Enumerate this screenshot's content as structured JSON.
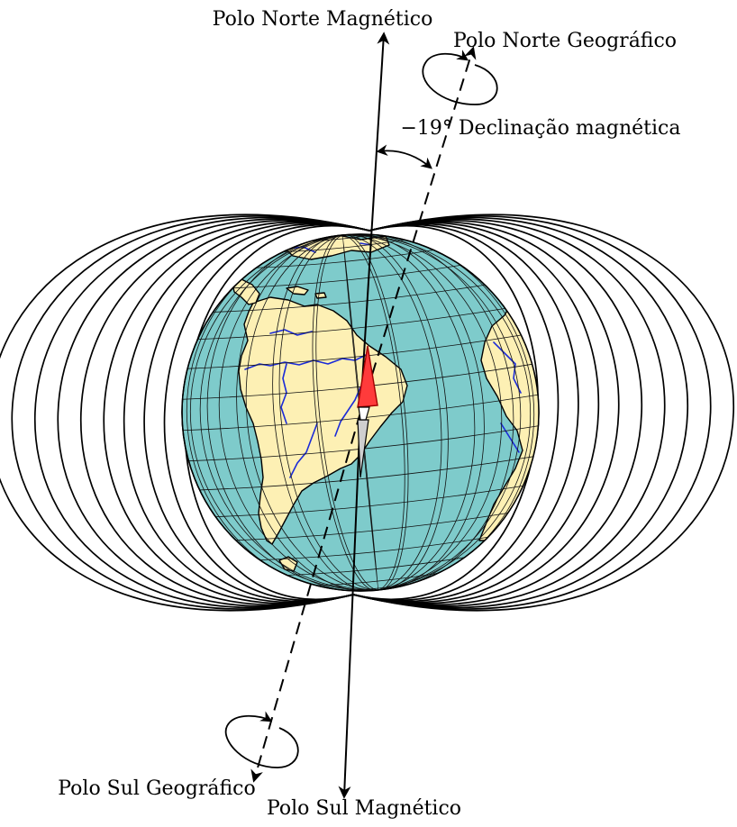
{
  "labels": {
    "magnetic_north": "Polo Norte Magnético",
    "geographic_north": "Polo Norte Geográfico",
    "declination": "−19° Declinação magnética",
    "geographic_south": "Polo Sul Geográfico",
    "magnetic_south": "Polo Sul Magnético"
  },
  "declination_deg": -19,
  "colors": {
    "ocean": "#7ecbcb",
    "land": "#fdf0b4",
    "rivers": "#1b2bd8",
    "needle_north": "#ff3b3b",
    "needle_south": "#cfcfcf",
    "lines": "#000000"
  },
  "icons": {
    "needle": "compass-needle-icon",
    "rotation": "rotation-arrow-icon"
  }
}
